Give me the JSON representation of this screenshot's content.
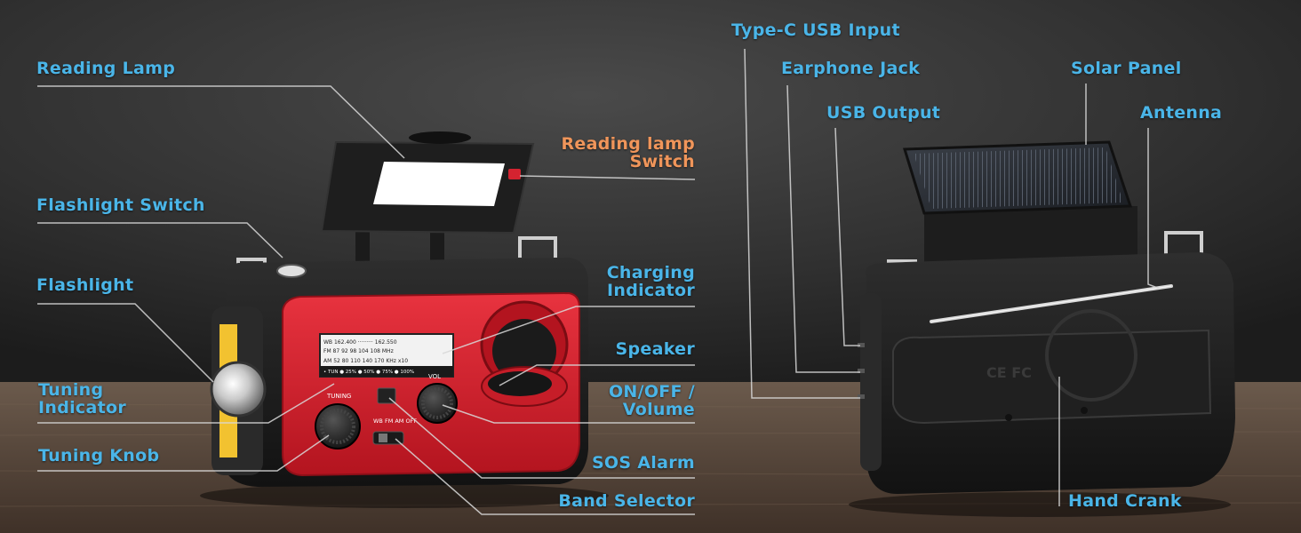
{
  "colors": {
    "label_blue": "#4ab5e8",
    "label_orange": "#f0955a",
    "radio_red": "#d42330",
    "radio_black": "#1c1c1c",
    "wall": "#2e2e2e",
    "table": "#5b4a3e"
  },
  "labels": {
    "reading_lamp": "Reading Lamp",
    "flashlight_switch": "Flashlight Switch",
    "flashlight": "Flashlight",
    "tuning_indicator_1": "Tuning",
    "tuning_indicator_2": "Indicator",
    "tuning_knob": "Tuning Knob",
    "reading_lamp_switch_1": "Reading lamp",
    "reading_lamp_switch_2": "Switch",
    "charging_indicator_1": "Charging",
    "charging_indicator_2": "Indicator",
    "speaker": "Speaker",
    "on_off_volume_1": "ON/OFF /",
    "on_off_volume_2": "Volume",
    "sos_alarm": "SOS Alarm",
    "band_selector": "Band Selector",
    "type_c_usb_input": "Type-C USB Input",
    "earphone_jack": "Earphone Jack",
    "usb_output": "USB Output",
    "solar_panel": "Solar Panel",
    "antenna": "Antenna",
    "hand_crank": "Hand Crank"
  },
  "radio_display": {
    "row_wb": "WB   162.400 ········· 162.550",
    "row_fm": "FM    87   92    98  104   108  MHz",
    "row_am": "AM    52   80   110  140  170  KHz  x10",
    "row_tun": "• TUN     ● 25%  ● 50%  ● 75%  ● 100%",
    "tuning_knob_text": "TUNING",
    "vol_knob_text": "VOL",
    "band_text": "WB FM AM  OFF",
    "ce_mark": "CE FC"
  }
}
